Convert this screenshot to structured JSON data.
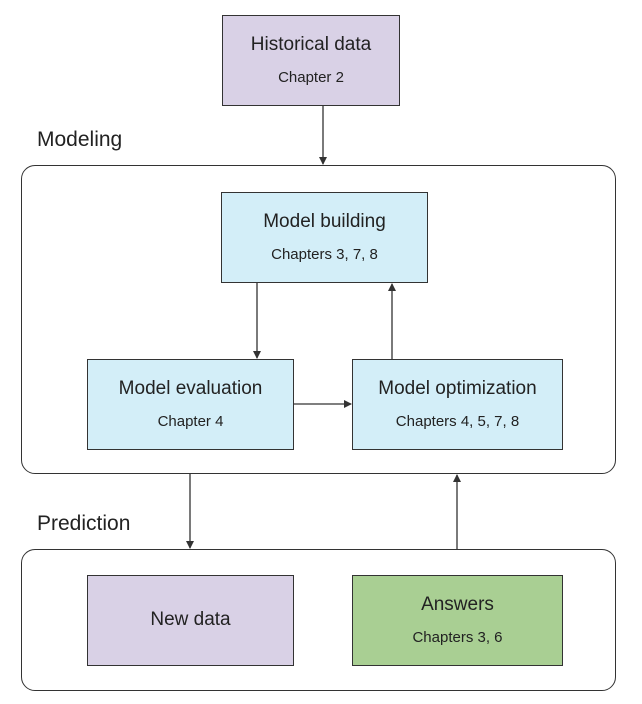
{
  "nodes": {
    "historical": {
      "title": "Historical data",
      "subtitle": "Chapter 2"
    },
    "building": {
      "title": "Model building",
      "subtitle": "Chapters 3, 7, 8"
    },
    "evaluation": {
      "title": "Model evaluation",
      "subtitle": "Chapter 4"
    },
    "optimization": {
      "title": "Model optimization",
      "subtitle": "Chapters 4, 5, 7, 8"
    },
    "newdata": {
      "title": "New data",
      "subtitle": ""
    },
    "answers": {
      "title": "Answers",
      "subtitle": "Chapters 3, 6"
    }
  },
  "groups": {
    "modeling": {
      "label": "Modeling"
    },
    "prediction": {
      "label": "Prediction"
    }
  },
  "edges": [
    {
      "from": "historical",
      "to": "modeling"
    },
    {
      "from": "building",
      "to": "evaluation"
    },
    {
      "from": "evaluation",
      "to": "optimization"
    },
    {
      "from": "optimization",
      "to": "building"
    },
    {
      "from": "modeling",
      "to": "prediction"
    },
    {
      "from": "prediction",
      "to": "modeling"
    }
  ],
  "colors": {
    "data": "#d9d1e6",
    "model": "#d3eef8",
    "answers": "#a9cf93",
    "line": "#333333"
  }
}
